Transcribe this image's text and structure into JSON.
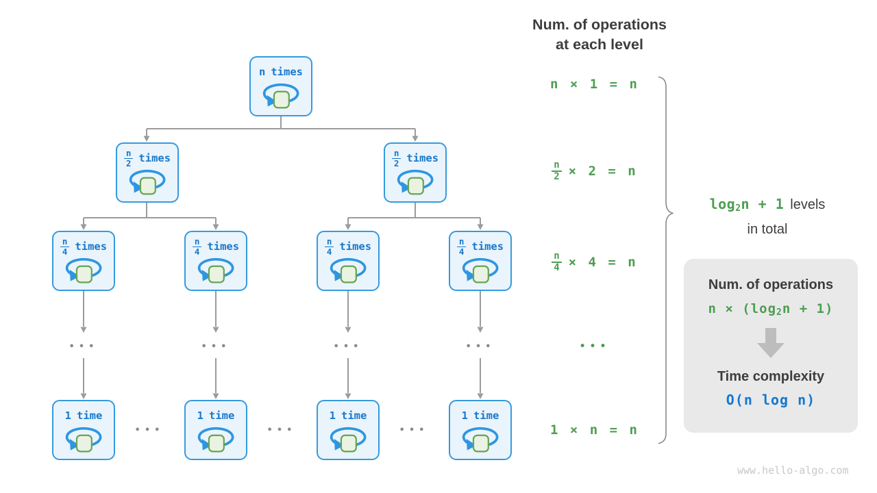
{
  "header": {
    "line1": "Num. of operations",
    "line2": "at each level"
  },
  "tree": {
    "root_label": {
      "count": "n",
      "word": "times"
    },
    "half_label": {
      "num": "n",
      "den": "2",
      "word": "times"
    },
    "quarter_label": {
      "num": "n",
      "den": "4",
      "word": "times"
    },
    "leaf_label": {
      "count": "1",
      "word": "time"
    },
    "vertical_ellipsis": "•••",
    "row_ellipsis": "•••"
  },
  "equations": {
    "level1": "n × 1 = n",
    "level2": {
      "num": "n",
      "den": "2",
      "rest": "× 2 = n"
    },
    "level3": {
      "num": "n",
      "den": "4",
      "rest": "× 4 = n"
    },
    "ellipsis": "•••",
    "leaf": "1 × n = n"
  },
  "brace_label": {
    "green_pre": "log",
    "green_sub": "2",
    "green_post": "n + 1",
    "dark": "levels",
    "line2": "in total"
  },
  "panel": {
    "title1": "Num. of operations",
    "formula1": {
      "pre": "n × (log",
      "sub": "2",
      "post": "n + 1)"
    },
    "title2": "Time complexity",
    "formula2": "O(n log n)"
  },
  "watermark": "www.hello-algo.com",
  "colors": {
    "node_border": "#359ade",
    "node_fill": "#eaf4fc",
    "node_text": "#1878cc",
    "loop_arrow": "#2e96e0",
    "square_fill": "#eaf3e1",
    "square_border": "#67a355",
    "green_text": "#4d9d51",
    "blue_formula": "#1477d1",
    "dark_text": "#3d3d3d",
    "connector_gray": "#9b9b9b",
    "brace_gray": "#8a8a8a",
    "panel_bg": "#e9e9ea",
    "block_arrow": "#bdbdbd",
    "watermark_gray": "#c8c8c8"
  }
}
